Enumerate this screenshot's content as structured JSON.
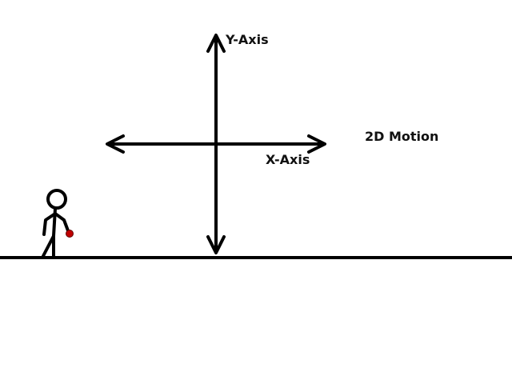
{
  "diagram": {
    "title": "2D Motion",
    "y_axis_label": "Y-Axis",
    "x_axis_label": "X-Axis"
  },
  "colors": {
    "stroke": "#000000",
    "ball": "#c00000",
    "background": "#ffffff"
  },
  "icons": {
    "figure": "stick-figure-icon",
    "ball": "ball-icon"
  }
}
